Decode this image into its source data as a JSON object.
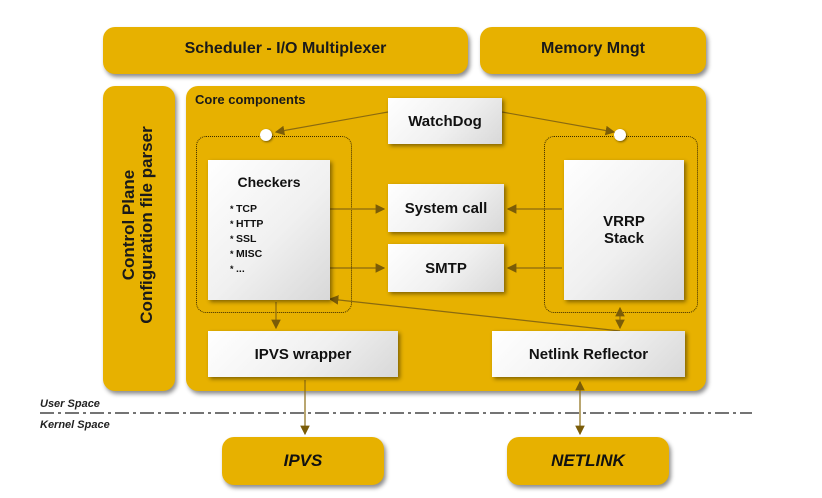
{
  "top": {
    "scheduler": "Scheduler - I/O Multiplexer",
    "memory": "Memory Mngt"
  },
  "control_plane": {
    "line1": "Control Plane",
    "line2": "Configuration file parser"
  },
  "core": {
    "title": "Core components",
    "watchdog": "WatchDog",
    "checkers": {
      "title": "Checkers",
      "items": [
        "TCP",
        "HTTP",
        "SSL",
        "MISC",
        "..."
      ]
    },
    "system_call": "System call",
    "smtp": "SMTP",
    "vrrp": {
      "line1": "VRRP",
      "line2": "Stack"
    },
    "ipvs_wrapper": "IPVS wrapper",
    "netlink_reflector": "Netlink Reflector"
  },
  "spaces": {
    "user": "User Space",
    "kernel": "Kernel Space"
  },
  "bottom": {
    "ipvs": "IPVS",
    "netlink": "NETLINK"
  },
  "colors": {
    "gold": "#e7b100",
    "box": "#ffffff",
    "lines": "#8a6a10"
  }
}
